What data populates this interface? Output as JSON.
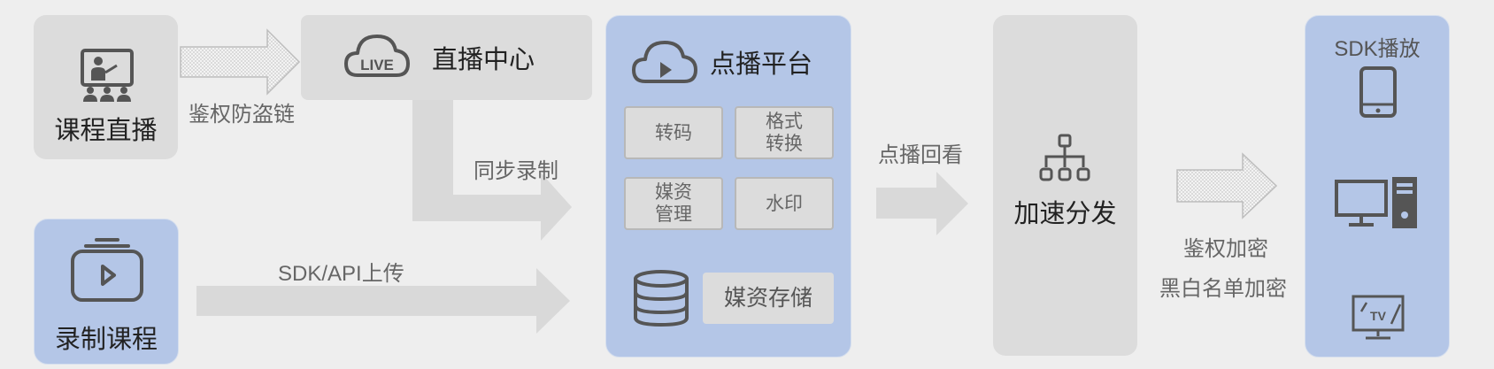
{
  "course_live": {
    "label": "课程直播",
    "icon": "teacher-presentation-icon"
  },
  "recorded_course": {
    "label": "录制课程",
    "icon": "video-play-icon"
  },
  "live_center": {
    "label": "直播中心",
    "icon": "live-cloud-icon",
    "icon_text": "LIVE"
  },
  "vod_platform": {
    "label": "点播平台",
    "icon": "play-cloud-icon",
    "cells": [
      {
        "lines": [
          "转码"
        ]
      },
      {
        "lines": [
          "格式",
          "转换"
        ]
      },
      {
        "lines": [
          "媒资",
          "管理"
        ]
      },
      {
        "lines": [
          "水印"
        ]
      }
    ],
    "storage_label": "媒资存储",
    "storage_icon": "database-icon"
  },
  "accel": {
    "label": "加速分发",
    "icon": "network-tree-icon"
  },
  "sdk_play": {
    "label": "SDK播放",
    "devices": [
      "phone-icon",
      "desktop-computer-icon"
    ],
    "tv_text": "TV"
  },
  "edges": {
    "auth_antileech": "鉴权防盗链",
    "sync_record": "同步录制",
    "sdk_api_upload": "SDK/API上传",
    "vod_replay": "点播回看",
    "auth_encrypt": "鉴权加密",
    "blacklist_encrypt": "黑白名单加密"
  },
  "colors": {
    "background": "#eeeeee",
    "grey_box": "#dcdcdc",
    "blue_box": "#b4c6e7",
    "icon": "#555555",
    "arrow": "#d9d9d9"
  }
}
